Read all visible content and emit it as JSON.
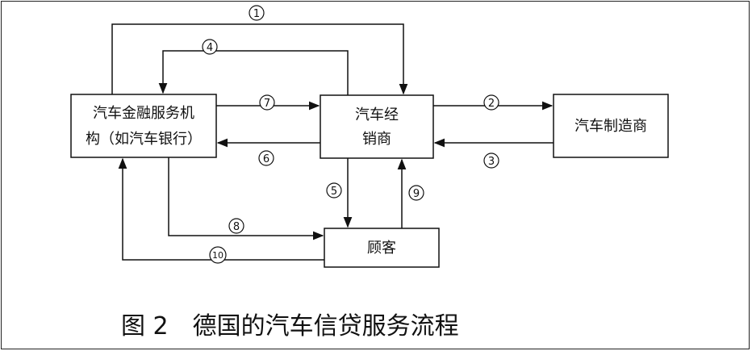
{
  "nodes": {
    "finance": {
      "line1": "汽车金融服务机",
      "line2": "构（如汽车银行）"
    },
    "dealer": {
      "line1": "汽车经",
      "line2": "销商"
    },
    "manufacturer": {
      "label": "汽车制造商"
    },
    "customer": {
      "label": "顾客"
    }
  },
  "flows": [
    {
      "num": "1",
      "from": "汽车金融服务机构（如汽车银行）",
      "to": "汽车经销商"
    },
    {
      "num": "2",
      "from": "汽车经销商",
      "to": "汽车制造商"
    },
    {
      "num": "3",
      "from": "汽车制造商",
      "to": "汽车经销商"
    },
    {
      "num": "4",
      "from": "汽车经销商",
      "to": "汽车金融服务机构（如汽车银行）"
    },
    {
      "num": "5",
      "from": "汽车经销商",
      "to": "顾客"
    },
    {
      "num": "6",
      "from": "汽车经销商",
      "to": "汽车金融服务机构（如汽车银行）"
    },
    {
      "num": "7",
      "from": "汽车金融服务机构（如汽车银行）",
      "to": "汽车经销商"
    },
    {
      "num": "8",
      "from": "汽车金融服务机构（如汽车银行）",
      "to": "顾客"
    },
    {
      "num": "9",
      "from": "顾客",
      "to": "汽车经销商"
    },
    {
      "num": "10",
      "from": "顾客",
      "to": "汽车金融服务机构（如汽车银行）"
    }
  ],
  "caption": "图 2　德国的汽车信贷服务流程"
}
